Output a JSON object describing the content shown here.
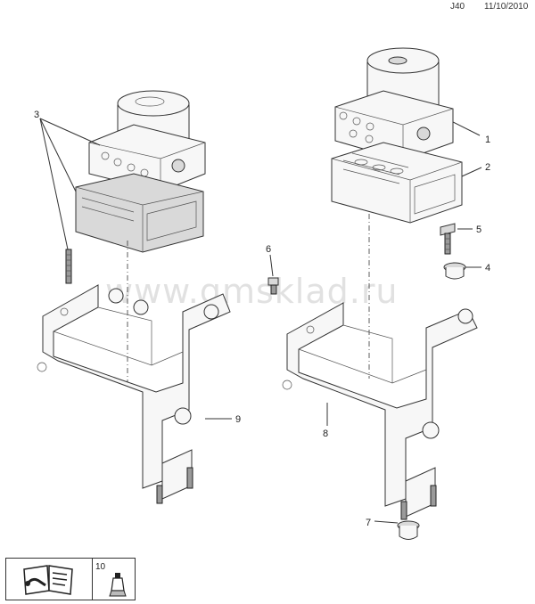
{
  "header": {
    "code": "J40",
    "date": "11/10/2010"
  },
  "watermark": "www.gmsklad.ru",
  "callouts": [
    "1",
    "2",
    "3",
    "4",
    "5",
    "6",
    "7",
    "8",
    "9",
    "10"
  ],
  "legend": {
    "ref": "10",
    "icon": "service-manual-icon"
  }
}
